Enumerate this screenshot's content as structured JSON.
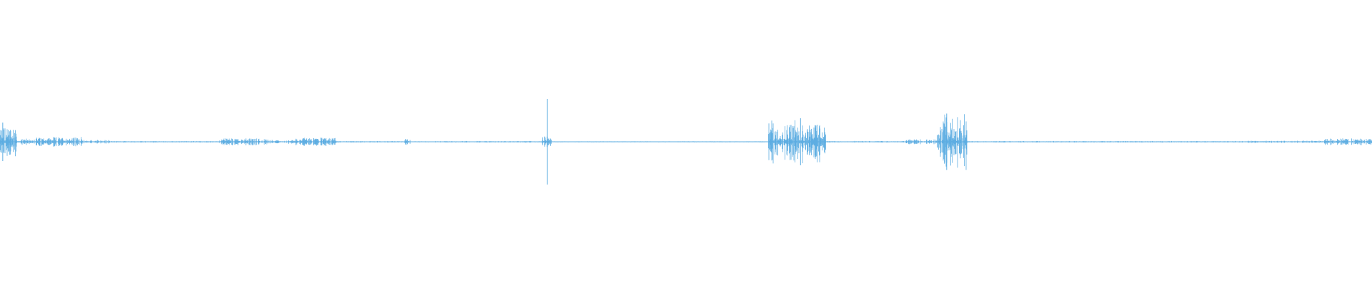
{
  "waveform": {
    "color": "#5dade2",
    "background": "#ffffff",
    "segments": [
      {
        "from": 0.0,
        "to": 0.012,
        "amp": 0.42,
        "density": 1.0
      },
      {
        "from": 0.012,
        "to": 0.025,
        "amp": 0.08,
        "density": 0.9
      },
      {
        "from": 0.025,
        "to": 0.06,
        "amp": 0.12,
        "density": 1.0
      },
      {
        "from": 0.06,
        "to": 0.08,
        "amp": 0.05,
        "density": 0.8
      },
      {
        "from": 0.08,
        "to": 0.16,
        "amp": 0.02,
        "density": 0.6
      },
      {
        "from": 0.16,
        "to": 0.195,
        "amp": 0.09,
        "density": 1.0
      },
      {
        "from": 0.195,
        "to": 0.215,
        "amp": 0.05,
        "density": 0.8
      },
      {
        "from": 0.215,
        "to": 0.245,
        "amp": 0.11,
        "density": 1.0
      },
      {
        "from": 0.245,
        "to": 0.295,
        "amp": 0.02,
        "density": 0.6
      },
      {
        "from": 0.295,
        "to": 0.299,
        "amp": 0.1,
        "density": 1.0
      },
      {
        "from": 0.299,
        "to": 0.395,
        "amp": 0.02,
        "density": 0.6
      },
      {
        "from": 0.395,
        "to": 0.402,
        "amp": 0.14,
        "density": 1.0
      },
      {
        "from": 0.402,
        "to": 0.56,
        "amp": 0.01,
        "density": 0.4
      },
      {
        "from": 0.56,
        "to": 0.602,
        "amp": 0.55,
        "density": 1.0
      },
      {
        "from": 0.602,
        "to": 0.66,
        "amp": 0.02,
        "density": 0.5
      },
      {
        "from": 0.66,
        "to": 0.683,
        "amp": 0.06,
        "density": 0.9
      },
      {
        "from": 0.683,
        "to": 0.705,
        "amp": 0.68,
        "density": 1.0
      },
      {
        "from": 0.705,
        "to": 0.82,
        "amp": 0.02,
        "density": 0.5
      },
      {
        "from": 0.82,
        "to": 0.905,
        "amp": 0.02,
        "density": 0.6
      },
      {
        "from": 0.905,
        "to": 0.965,
        "amp": 0.03,
        "density": 0.7
      },
      {
        "from": 0.965,
        "to": 1.0,
        "amp": 0.09,
        "density": 1.0
      }
    ],
    "spikes": [
      {
        "pos": 0.399,
        "amp": 1.0
      },
      {
        "pos": 0.5835,
        "amp": 0.55
      },
      {
        "pos": 0.69,
        "amp": 0.66
      },
      {
        "pos": 0.002,
        "amp": 0.45
      }
    ]
  }
}
